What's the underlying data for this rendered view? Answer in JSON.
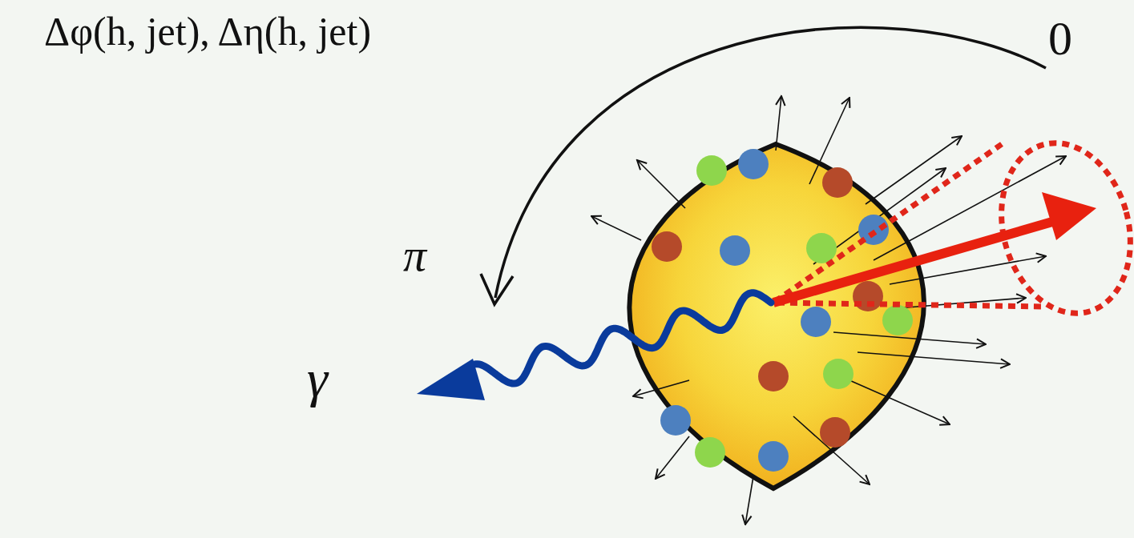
{
  "diagram": {
    "labels": [
      "Δφ(h, jet), Δη(h, jet)",
      "0",
      "π",
      "γ"
    ]
  }
}
